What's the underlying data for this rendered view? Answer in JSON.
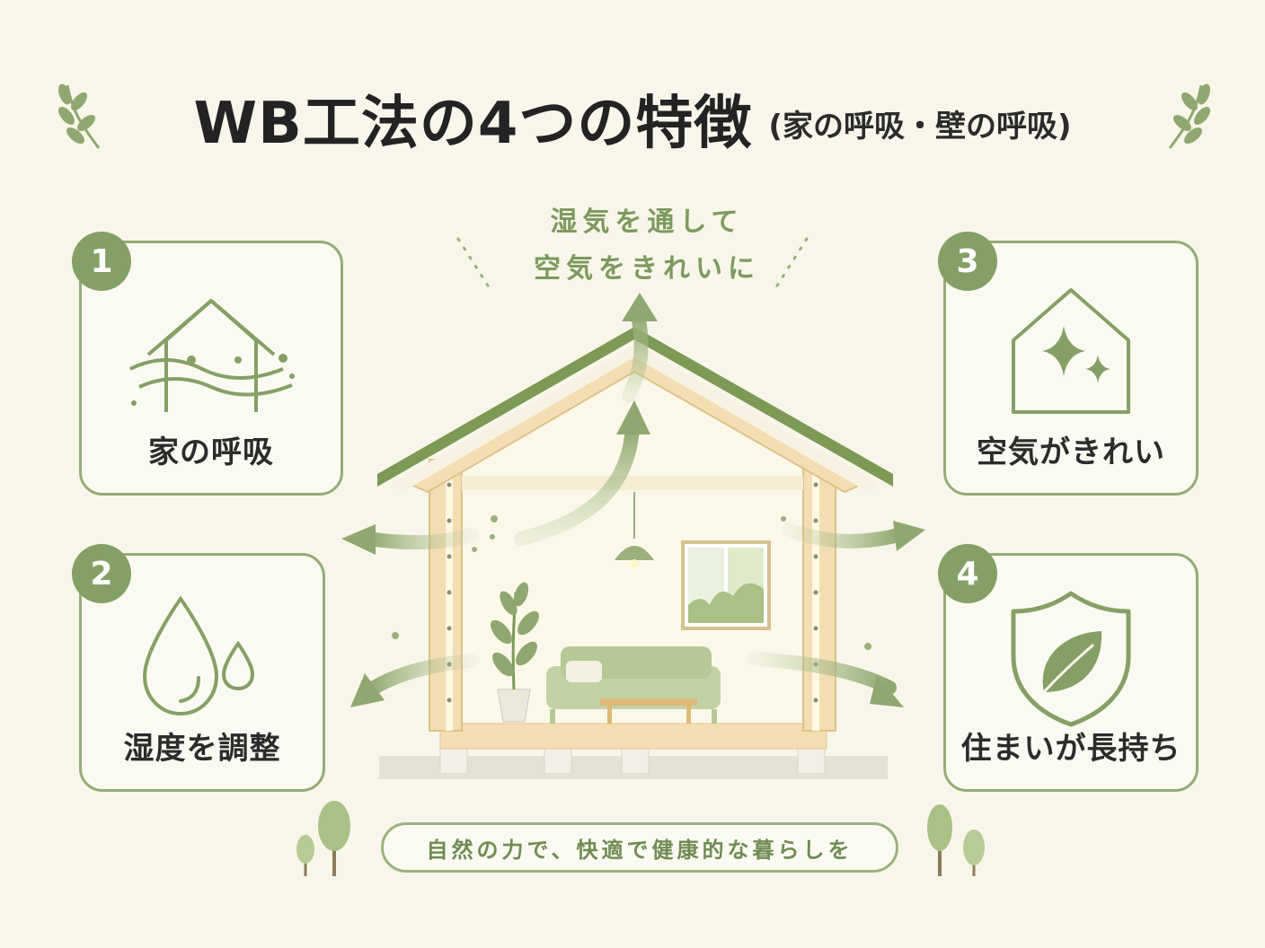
{
  "title": {
    "main": "WB工法の4つの特徴",
    "sub": "(家の呼吸・壁の呼吸)"
  },
  "top_caption": {
    "line1": "湿気を通して",
    "line2": "空気をきれいに"
  },
  "features": [
    {
      "number": "1",
      "label": "家の呼吸",
      "icon": "house-breathing-icon"
    },
    {
      "number": "2",
      "label": "湿度を調整",
      "icon": "water-drops-icon"
    },
    {
      "number": "3",
      "label": "空気がきれい",
      "icon": "sparkle-house-icon"
    },
    {
      "number": "4",
      "label": "住まいが長持ち",
      "icon": "leaf-shield-icon"
    }
  ],
  "bottom_message": "自然の力で、快適で健康的な暮らしを",
  "colors": {
    "accent": "#85a065",
    "card_border": "#93ac76",
    "roof": "#7c9a55",
    "background": "#f8f6ea"
  }
}
